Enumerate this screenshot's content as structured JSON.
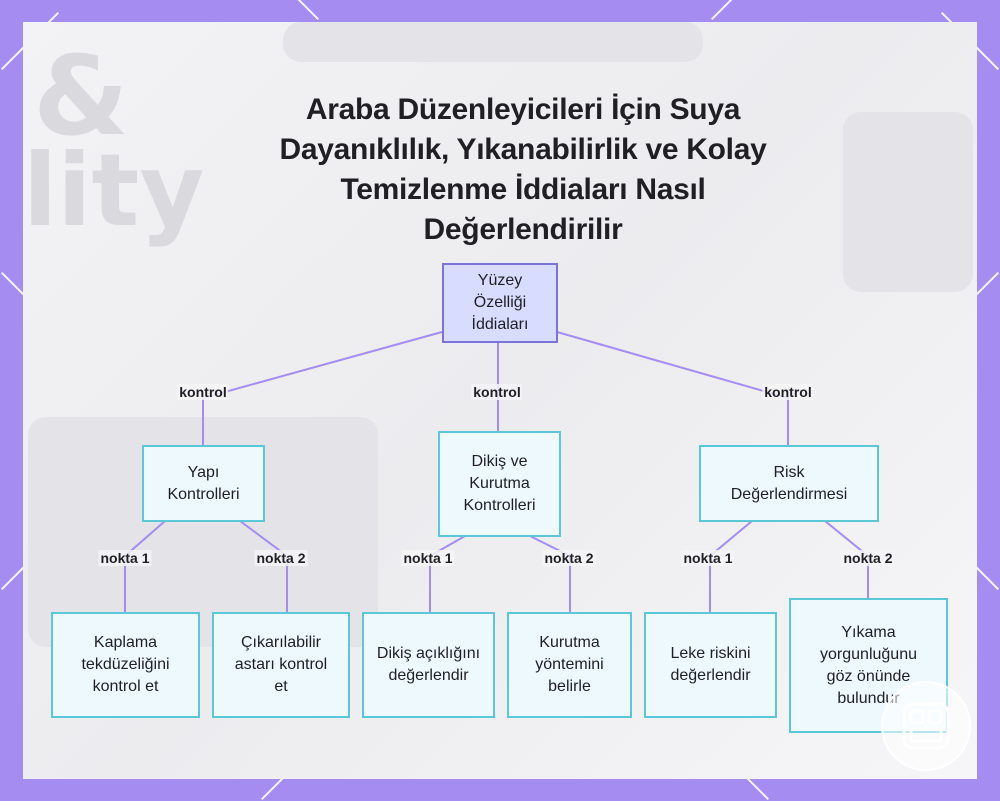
{
  "title": "Araba Düzenleyicileri İçin Suya Dayanıklılık, Yıkanabilirlik ve Kolay Temizlenme İddiaları Nasıl Değerlendirilir",
  "edge_labels": {
    "kontrol": "kontrol",
    "nokta1": "nokta 1",
    "nokta2": "nokta 2"
  },
  "nodes": {
    "root": "Yüzey Özelliği İddiaları",
    "yapi": "Yapı Kontrolleri",
    "dikis": "Dikiş ve Kurutma Kontrolleri",
    "risk": "Risk Değerlendirmesi",
    "kaplama": "Kaplama tekdüzeliğini kontrol et",
    "astar": "Çıkarılabilir astarı kontrol et",
    "aciklik": "Dikiş açıklığını değerlendir",
    "kurutma": "Kurutma yöntemini belirle",
    "leke": "Leke riskini değerlendir",
    "yorgunluk": "Yıkama yorgunluğunu göz önünde bulundur"
  },
  "colors": {
    "frame": "#a48cf0",
    "root_fill": "#d8dcff",
    "root_border": "#7a73d8",
    "node_fill": "#eef9fd",
    "node_border": "#5bc8d8",
    "connector": "#a48cf0"
  },
  "icons": {
    "watermark": "grid-logo-icon"
  }
}
